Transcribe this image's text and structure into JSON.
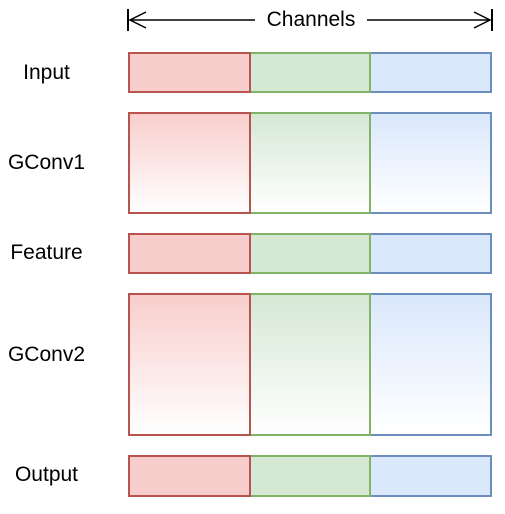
{
  "header": {
    "title": "Channels"
  },
  "rows": [
    {
      "label": "Input",
      "style": "solid"
    },
    {
      "label": "GConv1",
      "style": "gradient"
    },
    {
      "label": "Feature",
      "style": "solid"
    },
    {
      "label": "GConv2",
      "style": "gradient"
    },
    {
      "label": "Output",
      "style": "solid"
    }
  ],
  "colors": {
    "red_fill": "#f8cecc",
    "red_stroke": "#b85450",
    "green_fill": "#d5e8d4",
    "green_stroke": "#82b366",
    "blue_fill": "#dae8fc",
    "blue_stroke": "#6c8ebf"
  }
}
